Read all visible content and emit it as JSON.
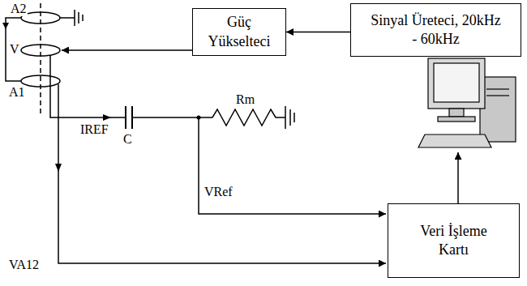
{
  "diagram": {
    "nodes": [
      {
        "text": [
          "Güç Yükselteci"
        ]
      },
      {
        "text": [
          "Sinyal Üreteci, 20kHz - 60kHz"
        ]
      },
      {
        "text": [
          "Veri İşleme Kartı"
        ]
      }
    ],
    "edges": [
      {
        "from": 1,
        "to": 0,
        "arrow": "to"
      }
    ],
    "labels": [
      "A2",
      "V",
      "A1",
      "IREF",
      "C",
      "Rm",
      "VRef",
      "VA12"
    ]
  }
}
